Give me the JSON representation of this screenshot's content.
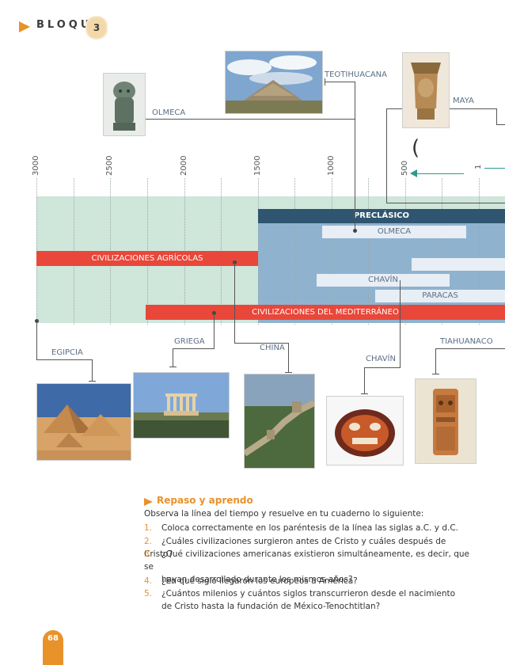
{
  "header": {
    "word": "BLOQUE",
    "number": "3"
  },
  "timeline": {
    "years": [
      "3000",
      "2500",
      "2000",
      "1500",
      "1000",
      "500",
      "1"
    ],
    "bars": {
      "preclasico": "PRECLÁSICO",
      "olmeca": "OLMECA",
      "agricolas": "CIVILIZACIONES AGRÍCOLAS",
      "chavin": "CHAVÍN",
      "paracas": "PARACAS",
      "mediterraneo": "CIVILIZACIONES DEL MEDITERRÁNEO"
    },
    "labels": {
      "teotihuacana": "TEOTIHUACANA",
      "maya": "MAYA",
      "olmeca": "OLMECA",
      "egipcia": "EGIPCIA",
      "griega": "GRIEGA",
      "china": "CHINA",
      "chavin": "CHAVÍN",
      "tiahuanaco": "TIAHUANACO"
    },
    "paren": "("
  },
  "review": {
    "title": "Repaso y aprendo",
    "intro": "Observa la línea del tiempo y resuelve en tu cuaderno lo siguiente:",
    "questions": [
      {
        "n": "1.",
        "line1": "Coloca correctamente en los paréntesis de la línea las siglas a.C. y d.C.",
        "line2": ""
      },
      {
        "n": "2.",
        "line1": "¿Cuáles civilizaciones surgieron antes de Cristo y cuáles después de Cristo?",
        "line2": ""
      },
      {
        "n": "3.",
        "line1": "¿Qué civilizaciones americanas existieron simultáneamente, es decir, que se",
        "line2": "hayan desarrollado durante los mismos años?"
      },
      {
        "n": "4.",
        "line1": "¿En qué siglo llegaron los europeos a América?",
        "line2": ""
      },
      {
        "n": "5.",
        "line1": "¿Cuántos milenios y cuántos siglos transcurrieron desde el nacimiento",
        "line2": "de Cristo hasta la fundación de México-Tenochtitlan?"
      }
    ]
  },
  "page_number": "68",
  "colors": {
    "accent": "#e8922a",
    "red_bar": "#e8473a",
    "navy_bar": "#2f5570",
    "band": "#cfe6db",
    "band_pre": "#8fb3cf"
  }
}
